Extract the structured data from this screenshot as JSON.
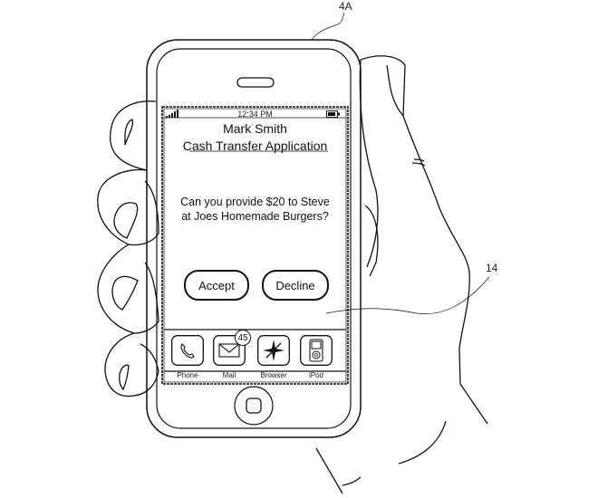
{
  "figure": {
    "reference_labels": {
      "device": "4A",
      "screen": "14"
    }
  },
  "status_bar": {
    "signal_icon": "signal-bars-icon",
    "time": "12:34 PM",
    "battery_icon": "battery-icon"
  },
  "app": {
    "user_name": "Mark Smith",
    "app_title": "Cash Transfer Application",
    "message_line1": "Can you provide $20 to Steve",
    "message_line2": "at Joes Homemade Burgers?",
    "accept_label": "Accept",
    "decline_label": "Decline"
  },
  "dock": {
    "items": [
      {
        "label": "Phone",
        "icon": "phone-icon"
      },
      {
        "label": "Mail",
        "icon": "mail-icon",
        "badge": "45"
      },
      {
        "label": "Browser",
        "icon": "compass-icon"
      },
      {
        "label": "iPod",
        "icon": "ipod-icon"
      }
    ]
  },
  "hardware": {
    "speaker": "speaker-slot",
    "home_button": "home-button"
  }
}
